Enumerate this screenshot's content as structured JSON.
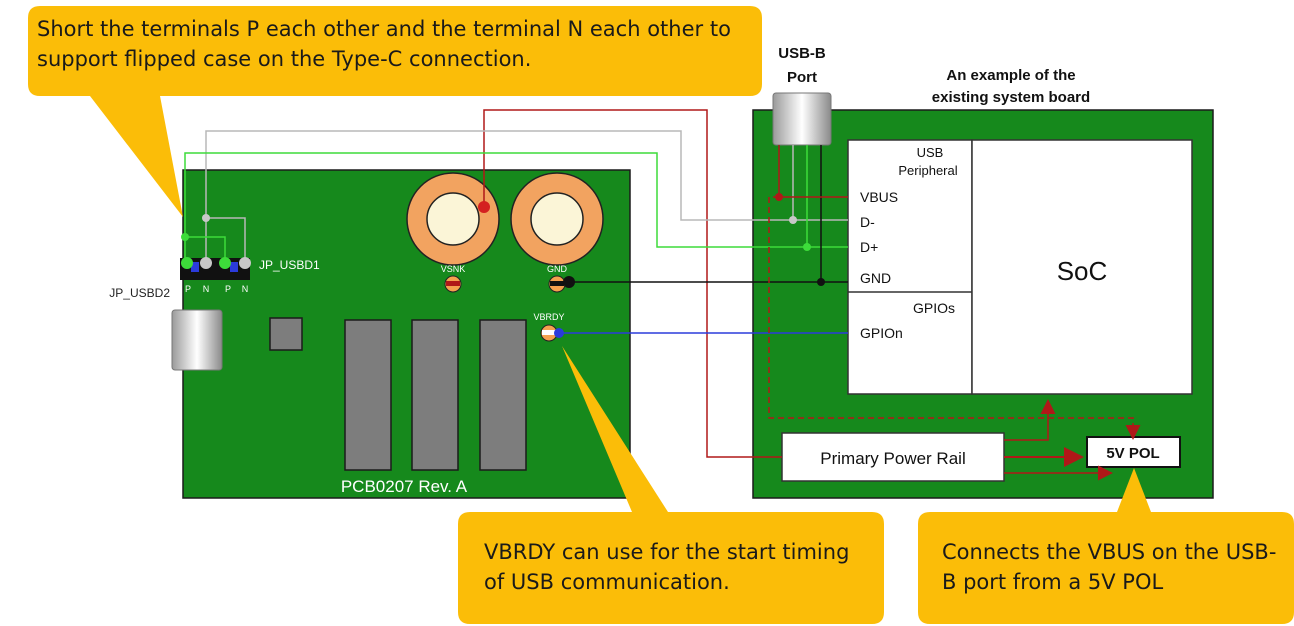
{
  "callouts": {
    "top": "Short the terminals P each other and the terminal N each other to support flipped case on the Type-C connection.",
    "vbrdy": "VBRDY can use for the start timing of USB communication.",
    "pol": "Connects the VBUS on the USB-B port from a 5V POL"
  },
  "pcb": {
    "name": "PCB0207 Rev. A",
    "jp_usbd1": "JP_USBD1",
    "jp_usbd2": "JP_USBD2",
    "pin_p": "P",
    "pin_n": "N",
    "vsnk": "VSNK",
    "gnd": "GND",
    "vbrdy": "VBRDY"
  },
  "system": {
    "title_line1": "An example of the",
    "title_line2": "existing system board",
    "usbb_line1": "USB-B",
    "usbb_line2": "Port",
    "usb_periph_line1": "USB",
    "usb_periph_line2": "Peripheral",
    "vbus": "VBUS",
    "dminus": "D-",
    "dplus": "D+",
    "gnd": "GND",
    "gpios": "GPIOs",
    "gpion": "GPIOn",
    "soc": "SoC",
    "power_rail": "Primary Power Rail",
    "pol": "5V POL"
  },
  "colors": {
    "board_green": "#16891c",
    "callout_yellow": "#fbbd08",
    "wire_red": "#b01818",
    "wire_green": "#3ddc3a",
    "wire_gray": "#b8b8b8",
    "wire_blue": "#2b3bdb"
  }
}
